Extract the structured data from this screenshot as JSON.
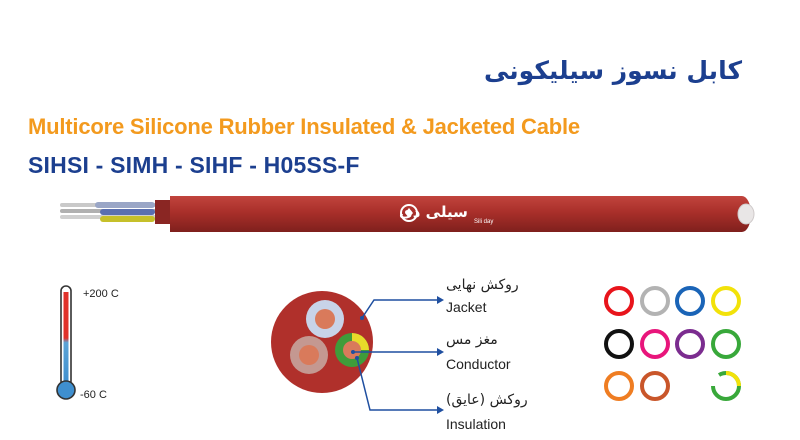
{
  "title_fa": "کابل نسوز سیلیکونی",
  "title_en": "Multicore Silicone Rubber Insulated & Jacketed Cable",
  "codes": "SIHSI - SIMH - SIHF - H05SS-F",
  "brand": {
    "text": "سیلی دی",
    "sub": "Sili day"
  },
  "temperature": {
    "high": "+200 C",
    "low": "-60 C"
  },
  "callouts": [
    {
      "fa": "روکش نهایی",
      "en": "Jacket"
    },
    {
      "fa": "مغز مس",
      "en": "Conductor"
    },
    {
      "fa": "روکش (عایق)",
      "en": "Insulation"
    }
  ],
  "colors": {
    "title_blue": "#1c3f8f",
    "title_orange": "#f39a1e",
    "cable_red": "#a92f2a",
    "arrow_blue": "#1f4fa0",
    "core_swatches": [
      "#e8141b",
      "#b3b3b3",
      "#1a64b7",
      "#f2e20a",
      "#111111",
      "#e8157b",
      "#7b2c8f",
      "#38a83a",
      "#ef7d22",
      "#c9562a",
      "#38a83a+#f2e20a"
    ]
  }
}
